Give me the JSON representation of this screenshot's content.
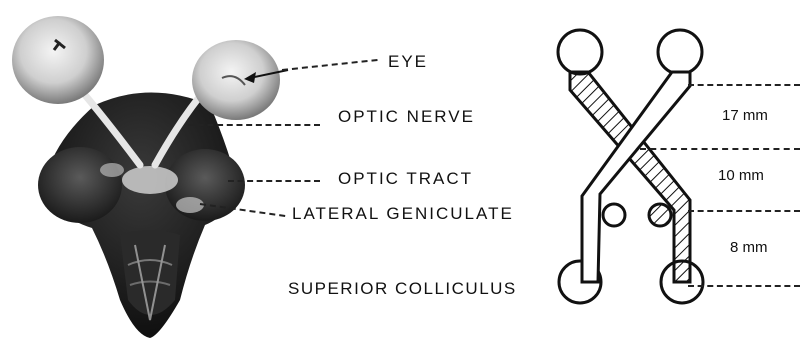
{
  "labels": {
    "eye": "EYE",
    "optic_nerve": "OPTIC NERVE",
    "optic_tract": "OPTIC TRACT",
    "lateral_geniculate": "LATERAL GENICULATE",
    "superior_colliculus": "SUPERIOR COLLICULUS"
  },
  "measurements": [
    {
      "value": "17 mm"
    },
    {
      "value": "10 mm"
    },
    {
      "value": "8 mm"
    }
  ],
  "colors": {
    "ink": "#111111",
    "photo_background": "#1a1a1a",
    "tissue_light": "#d8d8d8"
  }
}
